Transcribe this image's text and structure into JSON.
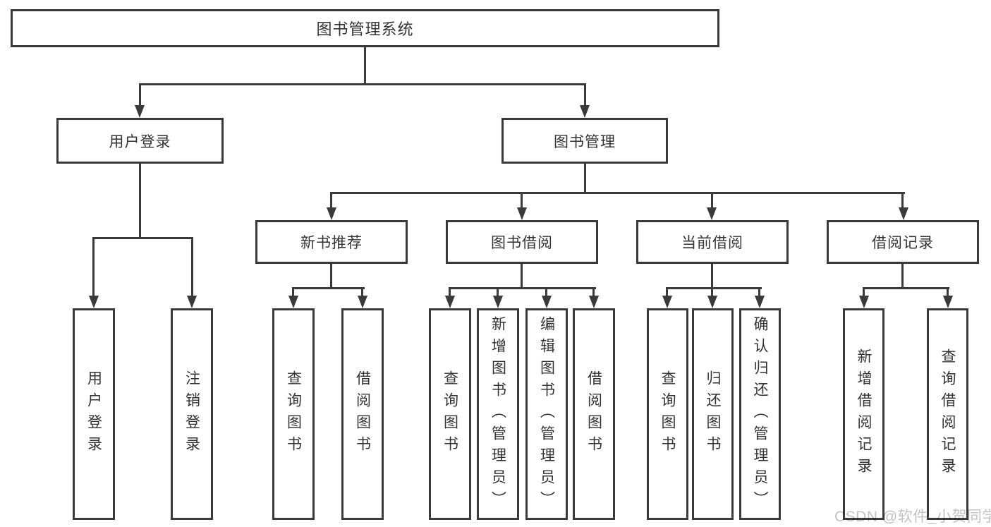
{
  "colors": {
    "line": "#3a3a3a",
    "text": "#333333",
    "watermark": "#c3c3c3",
    "background": "#ffffff"
  },
  "tree": {
    "root": {
      "label": "图书管理系统"
    },
    "branches": [
      {
        "label": "用户登录",
        "children": [
          {
            "label": "用户登录"
          },
          {
            "label": "注销登录"
          }
        ]
      },
      {
        "label": "图书管理",
        "children": [
          {
            "label": "新书推荐",
            "children": [
              {
                "label": "查询图书"
              },
              {
                "label": "借阅图书"
              }
            ]
          },
          {
            "label": "图书借阅",
            "children": [
              {
                "label": "查询图书"
              },
              {
                "label": "新增图书（管理员）"
              },
              {
                "label": "编辑图书（管理员）"
              },
              {
                "label": "借阅图书"
              }
            ]
          },
          {
            "label": "当前借阅",
            "children": [
              {
                "label": "查询图书"
              },
              {
                "label": "归还图书"
              },
              {
                "label": "确认归还（管理员）"
              }
            ]
          },
          {
            "label": "借阅记录",
            "children": [
              {
                "label": "新增借阅记录"
              },
              {
                "label": "查询借阅记录"
              }
            ]
          }
        ]
      }
    ]
  },
  "watermark": {
    "text": "CSDN @软件_小贺同学"
  }
}
